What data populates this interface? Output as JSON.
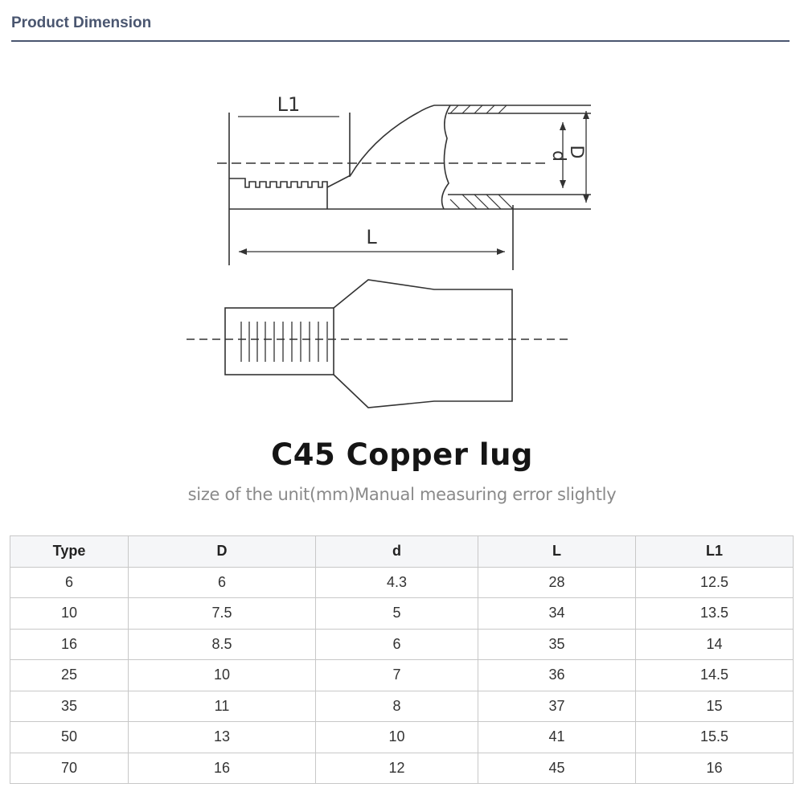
{
  "header": {
    "title": "Product Dimension"
  },
  "diagram": {
    "labels": {
      "L1": "L1",
      "L": "L",
      "d": "d",
      "D": "D"
    }
  },
  "caption": {
    "title": "C45 Copper lug",
    "subtitle": "size of the unit(mm)Manual measuring error slightly"
  },
  "table": {
    "columns": [
      "Type",
      "D",
      "d",
      "L",
      "L1"
    ],
    "rows": [
      [
        "6",
        "6",
        "4.3",
        "28",
        "12.5"
      ],
      [
        "10",
        "7.5",
        "5",
        "34",
        "13.5"
      ],
      [
        "16",
        "8.5",
        "6",
        "35",
        "14"
      ],
      [
        "25",
        "10",
        "7",
        "36",
        "14.5"
      ],
      [
        "35",
        "11",
        "8",
        "37",
        "15"
      ],
      [
        "50",
        "13",
        "10",
        "41",
        "15.5"
      ],
      [
        "70",
        "16",
        "12",
        "45",
        "16"
      ]
    ]
  }
}
